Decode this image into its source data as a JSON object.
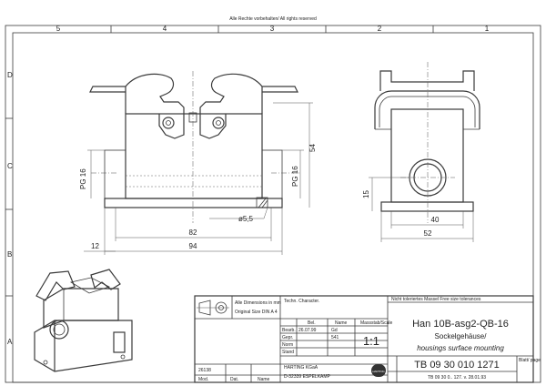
{
  "header_note": "Alle Rechte vorbehalten/ All rights reserved",
  "zones_top": [
    "5",
    "4",
    "3",
    "2",
    "1"
  ],
  "zones_side": [
    "D",
    "C",
    "B",
    "A"
  ],
  "dims": {
    "pg_left": "PG 16",
    "pg_right": "PG 16",
    "h54": "54",
    "d55": "ø5,5",
    "w82": "82",
    "w94": "94",
    "w12": "12",
    "h15": "15",
    "w40": "40",
    "w52": "52"
  },
  "titleblock": {
    "dimension_note": "Alle Dimensions in mm",
    "original_size": "Original Size DIN A 4",
    "tech_character": "Techn. Character.",
    "tolerance_note": "Nicht toleriertes Massel Free size tolerances",
    "bel_label": "Bel.",
    "name_label": "Name",
    "scale_label": "Massstab/Scale",
    "scale": "1:1",
    "rows": [
      {
        "label": "Bearb.",
        "date": "26.07.99",
        "name": "Gd"
      },
      {
        "label": "Gepr.",
        "date": "",
        "name": "541"
      },
      {
        "label": "Norm",
        "date": "",
        "name": ""
      },
      {
        "label": "Stand",
        "date": "",
        "name": ""
      }
    ],
    "title_main": "Han 10B-asg2-QB-16",
    "title_de": "Sockelgehäuse/",
    "title_en": "housings surface mounting",
    "company": "HARTING KGaA",
    "address": "D-32339 ESPELKAMP",
    "logo_text": "HARTING",
    "doc_number": "TB 09 30 010 1271",
    "doc_sub": "TB 09 30 0.. 127. v. 28.01.93",
    "sheet_label": "Blatt/ page",
    "rev_number": "26138",
    "mod_label": "Mod.",
    "date_label": "Dat.",
    "name2_label": "Name"
  }
}
